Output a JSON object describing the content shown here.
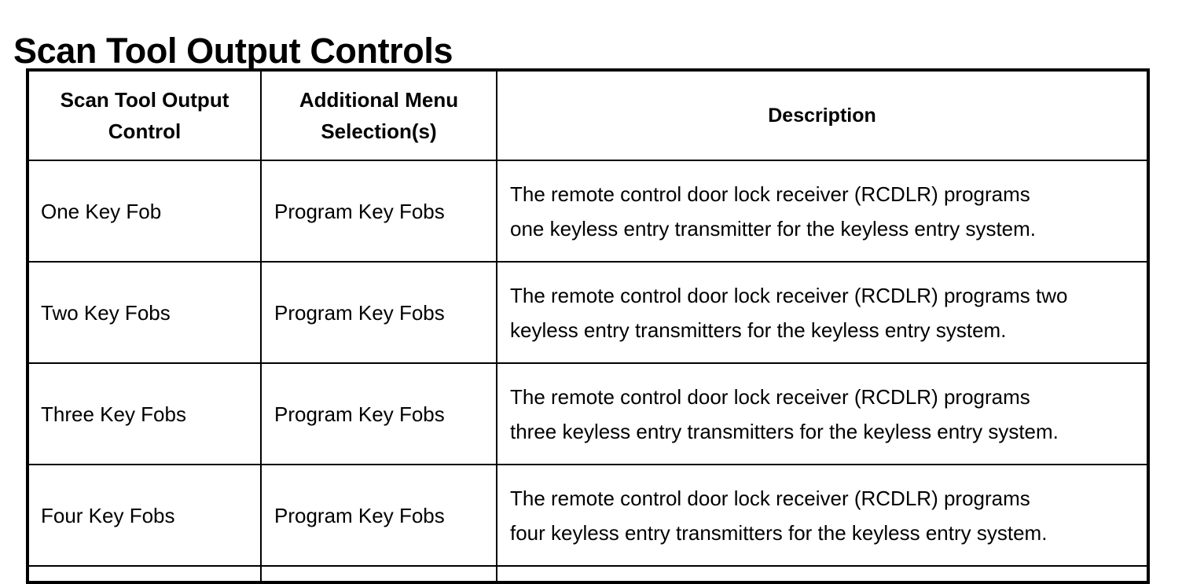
{
  "page": {
    "title": "Scan Tool Output Controls",
    "background_color": "#ffffff",
    "text_color": "#000000",
    "border_color": "#000000"
  },
  "table": {
    "columns": [
      "Scan Tool Output Control",
      "Additional Menu Selection(s)",
      "Description"
    ],
    "headers": {
      "control_line1": "Scan Tool Output",
      "control_line2": "Control",
      "menu_line1": "Additional Menu",
      "menu_line2": "Selection(s)",
      "description": "Description"
    },
    "rows": [
      {
        "control": "One Key Fob",
        "menu": "Program Key Fobs",
        "description": "The remote control door lock receiver (RCDLR) programs one keyless entry transmitter for the keyless entry system.",
        "description_line1": "The remote control door lock receiver (RCDLR) programs",
        "description_line2": "one keyless entry transmitter for the keyless entry system."
      },
      {
        "control": "Two Key Fobs",
        "menu": "Program Key Fobs",
        "description": "The remote control door lock receiver (RCDLR) programs two keyless entry transmitters for the keyless entry system.",
        "description_line1": "The remote control door lock receiver (RCDLR) programs two",
        "description_line2": "keyless entry transmitters for the keyless entry system."
      },
      {
        "control": "Three Key Fobs",
        "menu": "Program Key Fobs",
        "description": "The remote control door lock receiver (RCDLR) programs three keyless entry transmitters for the keyless entry system.",
        "description_line1": "The remote control door lock receiver (RCDLR) programs",
        "description_line2": "three keyless entry transmitters for the keyless entry system."
      },
      {
        "control": "Four Key Fobs",
        "menu": "Program Key Fobs",
        "description": "The remote control door lock receiver (RCDLR) programs four keyless entry transmitters for the keyless entry system.",
        "description_line1": "The remote control door lock receiver (RCDLR) programs",
        "description_line2": "four keyless entry transmitters for the keyless entry system."
      }
    ],
    "partial_row": {
      "control": "",
      "menu": "",
      "description": ""
    }
  }
}
